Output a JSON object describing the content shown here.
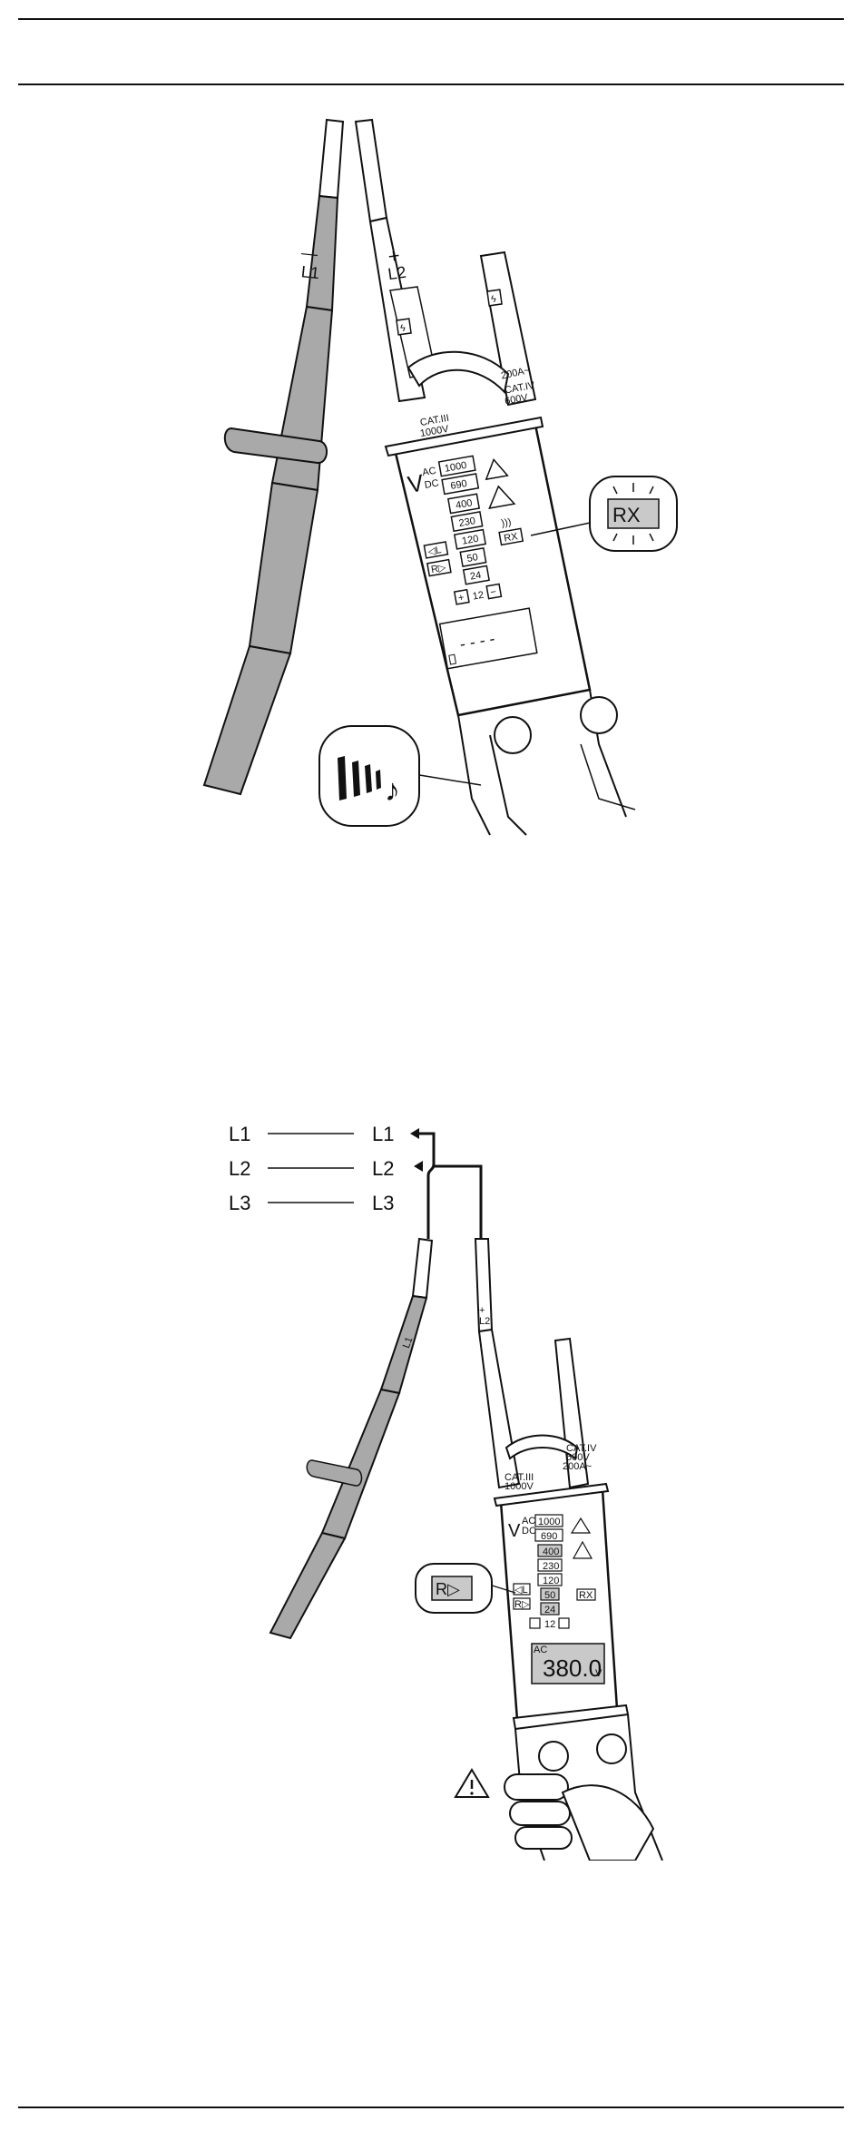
{
  "colors": {
    "ink": "#111111",
    "probe_grey": "#a9a9a9",
    "lcd_grey": "#c9c9c9",
    "paper": "#ffffff"
  },
  "fig1": {
    "probe_left": {
      "polarity": "—",
      "label": "L1"
    },
    "probe_right": {
      "polarity": "+",
      "label": "L2"
    },
    "tip_icon": "lightning-icon",
    "clamp_range": "200A~",
    "cat_left": [
      "CAT.III",
      "1000V"
    ],
    "cat_right": [
      "CAT.IV",
      "600V"
    ],
    "v_label": "V",
    "ac": "AC",
    "dc": "DC",
    "leds": [
      "1000",
      "690",
      "400",
      "230",
      "120",
      "50",
      "24"
    ],
    "twelve": "12",
    "plus": "+",
    "minus": "−",
    "btn_left": "◁L",
    "btn_right": "R▷",
    "rx": "RX",
    "rx_callout": "RX",
    "lcd_text": "- - - -",
    "sound_note": "♪"
  },
  "fig2": {
    "phases_left": [
      "L1",
      "L2",
      "L3"
    ],
    "phases_right": [
      "L1",
      "L2",
      "L3"
    ],
    "probe_left": {
      "label": "L1"
    },
    "probe_right": {
      "polarity": "+",
      "label": "L2"
    },
    "clamp_range": "200A~",
    "cat_left": [
      "CAT.III",
      "1000V"
    ],
    "cat_right": [
      "CAT.IV",
      "600V"
    ],
    "v_label": "V",
    "ac": "AC",
    "dc": "DC",
    "leds": [
      "1000",
      "690",
      "400",
      "230",
      "120",
      "50",
      "24"
    ],
    "twelve": "12",
    "btn_left": "◁L",
    "btn_right": "R▷",
    "rx": "RX",
    "callout": "R▷",
    "lcd_ac": "AC",
    "lcd_value": "380.0",
    "lcd_unit": "V",
    "warning_icon": "warning-icon"
  }
}
